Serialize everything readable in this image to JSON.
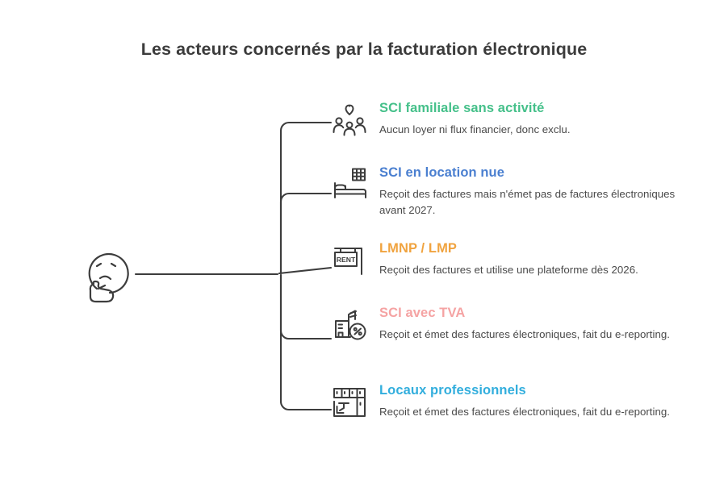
{
  "page": {
    "title": "Les acteurs concernés par la facturation électronique",
    "background_color": "#ffffff",
    "text_color": "#3c3c3c",
    "connector_color": "#3d3d3d"
  },
  "root": {
    "icon": "thinking-face-icon",
    "label": ""
  },
  "branches": [
    {
      "icon": "family-heart-icon",
      "heading": "SCI familiale sans activité",
      "color": "#45c08a",
      "description": "Aucun loyer ni flux financier, donc exclu."
    },
    {
      "icon": "bed-building-icon",
      "heading": "SCI en location nue",
      "color": "#4a7fd0",
      "description": "Reçoit des factures mais n'émet pas de factures électroniques avant 2027."
    },
    {
      "icon": "rent-sign-icon",
      "heading": "LMNP / LMP",
      "color": "#f0a33f",
      "description": "Reçoit des factures et utilise une plateforme dès 2026."
    },
    {
      "icon": "building-percent-icon",
      "heading": "SCI avec TVA",
      "color": "#f5a3a3",
      "description": "Reçoit et émet des factures électroniques, fait du e-reporting."
    },
    {
      "icon": "floor-plan-icon",
      "heading": "Locaux professionnels",
      "color": "#32aedd",
      "description": "Reçoit et émet des factures électroniques, fait du e-reporting."
    }
  ]
}
